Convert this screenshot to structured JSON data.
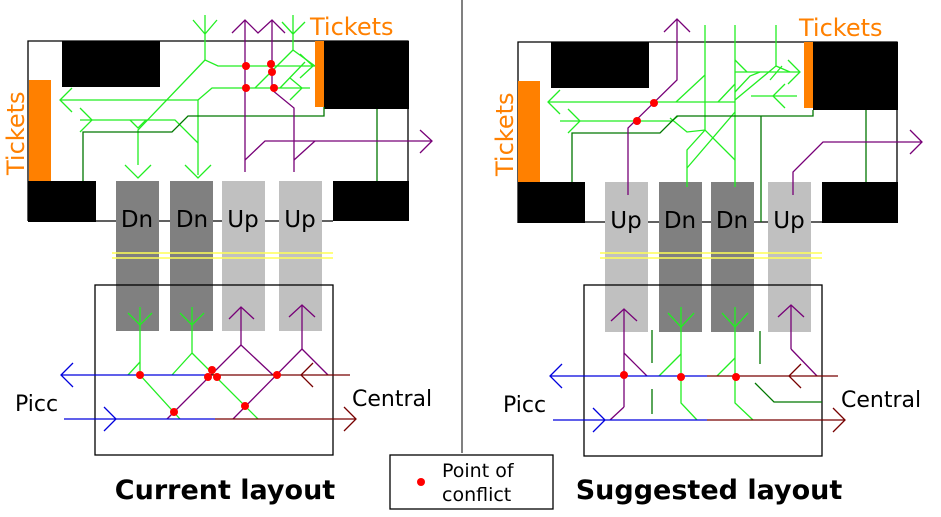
{
  "colors": {
    "ticket_bar": "#ff8000",
    "wall": "#000000",
    "down_escalator": "#808080",
    "up_escalator": "#c0c0c0",
    "platform_line": "#ffff66",
    "flow_down_green": "#22ee22",
    "flow_dark_green": "#007700",
    "flow_up_purple": "#770077",
    "flow_picc_blue": "#0000dd",
    "flow_central_maroon": "#770000",
    "conflict_point": "#ff0000"
  },
  "panels": [
    {
      "id": "current",
      "caption": "Current layout",
      "ticket_label_top": "Tickets",
      "ticket_label_side": "Tickets",
      "escalators": [
        {
          "label": "Dn",
          "direction": "down"
        },
        {
          "label": "Dn",
          "direction": "down"
        },
        {
          "label": "Up",
          "direction": "up"
        },
        {
          "label": "Up",
          "direction": "up"
        }
      ],
      "line_labels": {
        "left": "Picc",
        "right": "Central"
      },
      "conflict_count": 12
    },
    {
      "id": "suggested",
      "caption": "Suggested layout",
      "ticket_label_top": "Tickets",
      "ticket_label_side": "Tickets",
      "escalators": [
        {
          "label": "Up",
          "direction": "up"
        },
        {
          "label": "Dn",
          "direction": "down"
        },
        {
          "label": "Dn",
          "direction": "down"
        },
        {
          "label": "Up",
          "direction": "up"
        }
      ],
      "line_labels": {
        "left": "Picc",
        "right": "Central"
      },
      "conflict_count": 5
    }
  ],
  "legend": {
    "line1": "Point of",
    "line2": "conflict",
    "marker": "conflict-dot"
  }
}
